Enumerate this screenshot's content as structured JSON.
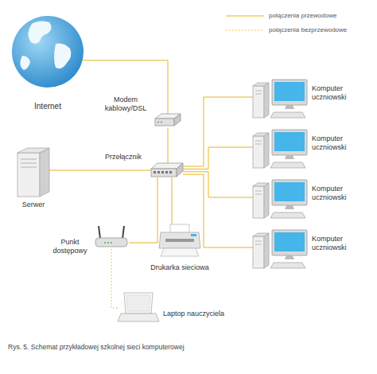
{
  "diagram": {
    "caption": "Rys. 5. Schemat przykładowej szkolnej sieci komputerowej",
    "nodes": [
      {
        "text": [
          "Internet"
        ]
      },
      {
        "text": [
          "Modem kablowy/DSL"
        ]
      },
      {
        "text": [
          "Serwer"
        ]
      },
      {
        "text": [
          "Przełącznik"
        ]
      },
      {
        "text": [
          "Komputer uczniowski"
        ]
      },
      {
        "text": [
          "Komputer uczniowski"
        ]
      },
      {
        "text": [
          "Komputer uczniowski"
        ]
      },
      {
        "text": [
          "Komputer uczniowski"
        ]
      },
      {
        "text": [
          "Punkt dostępowy"
        ]
      },
      {
        "text": [
          "Drukarka sieciowa"
        ]
      },
      {
        "text": [
          "Laptop nauczyciela"
        ]
      }
    ],
    "edges": [
      {
        "from": 0,
        "to": 1,
        "arrow": "none"
      },
      {
        "from": 1,
        "to": 3,
        "arrow": "none"
      },
      {
        "from": 2,
        "to": 3,
        "arrow": "none"
      },
      {
        "from": 3,
        "to": 4,
        "arrow": "none"
      },
      {
        "from": 3,
        "to": 5,
        "arrow": "none"
      },
      {
        "from": 3,
        "to": 6,
        "arrow": "none"
      },
      {
        "from": 3,
        "to": 7,
        "arrow": "none"
      },
      {
        "from": 3,
        "to": 8,
        "arrow": "none"
      },
      {
        "from": 3,
        "to": 9,
        "arrow": "none"
      },
      {
        "from": 8,
        "to": 10,
        "arrow": "none"
      }
    ],
    "legend": [
      {
        "text": "połączenia przewodowe"
      },
      {
        "text": "połączenia bezprzewodowe"
      }
    ]
  }
}
